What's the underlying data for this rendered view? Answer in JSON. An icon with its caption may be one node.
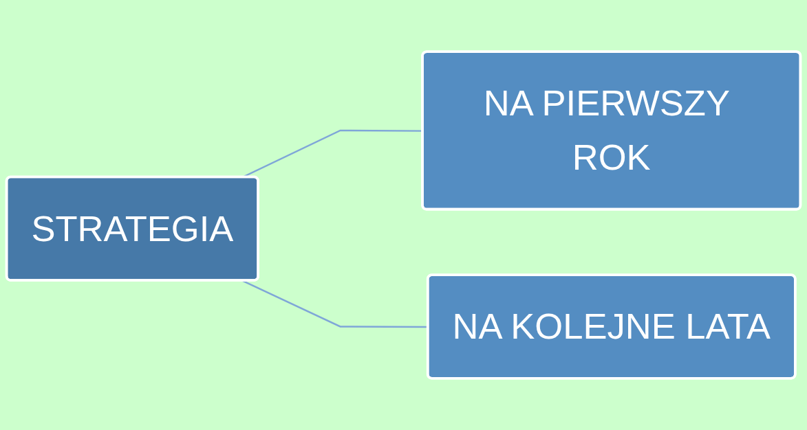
{
  "diagram": {
    "nodes": [
      {
        "text": [
          "STRATEGIA"
        ]
      },
      {
        "text": [
          "NA PIERWSZY ROK"
        ]
      },
      {
        "text": [
          "NA KOLEJNE LATA"
        ]
      }
    ],
    "edges": [
      {
        "from": 0,
        "to": 1,
        "arrow": "none"
      },
      {
        "from": 0,
        "to": 2,
        "arrow": "none"
      }
    ]
  }
}
